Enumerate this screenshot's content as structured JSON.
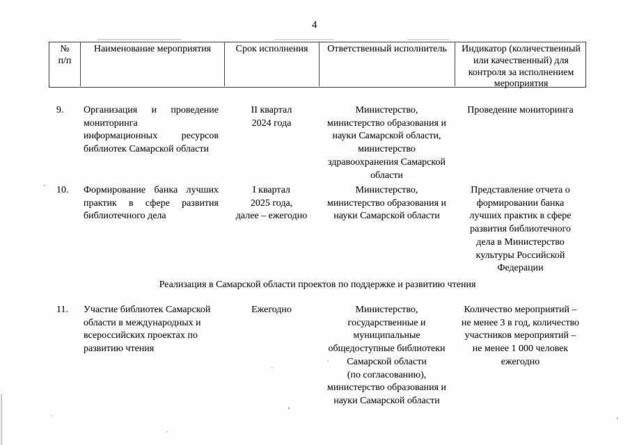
{
  "page": {
    "number": "4"
  },
  "table": {
    "headers": {
      "num": "№\nп/п",
      "name": "Наименование мероприятия",
      "term": "Срок исполнения",
      "executor": "Ответственный исполнитель",
      "indicator": "Индикатор (количественный\nили качественный) для\nконтроля за исполнением\nмероприятия"
    },
    "rows": [
      {
        "num": "9.",
        "name": "Организация и проведение\nмониторинга\nинформационных ресурсов\nбиблиотек Самарской области",
        "term": "II квартал\n2024 года",
        "executor": "Министерство,\nминистерство образования и\nнауки Самарской области,\nминистерство\nздравоохранения Самарской\nобласти",
        "indicator": "Проведение мониторинга"
      },
      {
        "num": "10.",
        "name": "Формирование банка лучших\nпрактик в сфере развития\nбиблиотечного дела",
        "term": "I квартал\n2025 года,\nдалее – ежегодно",
        "executor": "Министерство,\nминистерство образования и\nнауки Самарской области",
        "indicator": "Представление отчета о\nформировании банка\nлучших практик в сфере\nразвития библиотечного\nдела в Министерство\nкультуры Российской\nФедерации"
      },
      {
        "num": "11.",
        "name": "Участие библиотек Самарской\nобласти в международных и\nвсероссийских проектах по\nразвитию чтения",
        "term": "Ежегодно",
        "executor": "Министерство,\nгосударственные и\nмуниципальные\nобщедоступные библиотеки\nСамарской области\n(по согласованию),\nминистерство образования и\nнауки Самарской области",
        "indicator": "Количество мероприятий –\nне менее 3 в год, количество\nучастников мероприятий –\nне менее 1 000 человек\nежегодно"
      }
    ],
    "section_header": "Реализация в Самарской области проектов по поддержке и развитию чтения"
  }
}
